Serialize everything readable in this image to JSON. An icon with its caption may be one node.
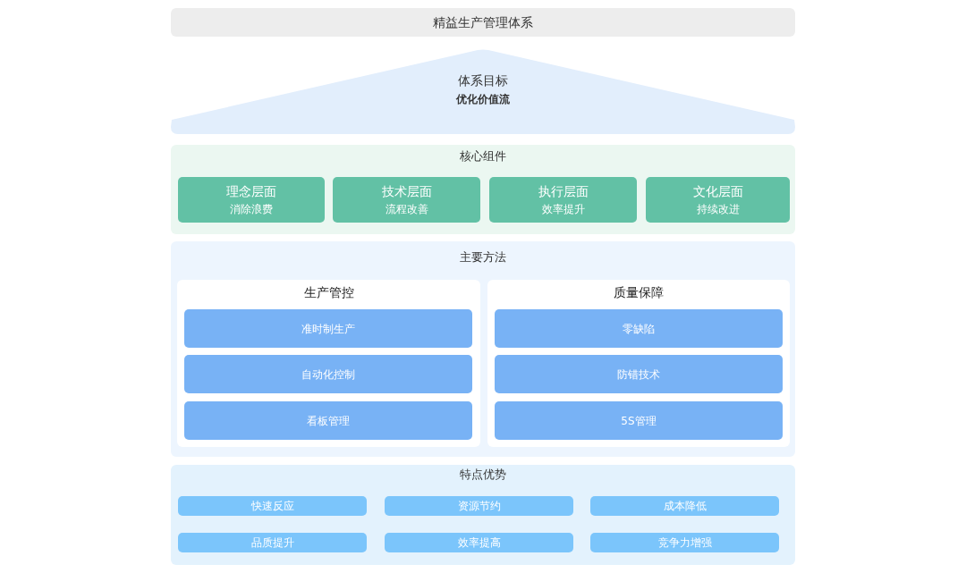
{
  "diagram": {
    "nodes": [
      {
        "text": [
          "精益生产管理体系"
        ]
      },
      {
        "text": [
          "体系目标",
          "优化价值流"
        ]
      },
      {
        "text": [
          "核心组件"
        ]
      },
      {
        "text": [
          "理念层面",
          "消除浪费"
        ],
        "in": 2
      },
      {
        "text": [
          "技术层面",
          "流程改善"
        ],
        "in": 2
      },
      {
        "text": [
          "执行层面",
          "效率提升"
        ],
        "in": 2
      },
      {
        "text": [
          "文化层面",
          "持续改进"
        ],
        "in": 2
      },
      {
        "text": [
          "主要方法"
        ]
      },
      {
        "text": [
          "生产管控"
        ],
        "in": 7
      },
      {
        "text": [
          "准时制生产"
        ],
        "in": 8
      },
      {
        "text": [
          "自动化控制"
        ],
        "in": 8
      },
      {
        "text": [
          "看板管理"
        ],
        "in": 8
      },
      {
        "text": [
          "质量保障"
        ],
        "in": 7
      },
      {
        "text": [
          "零缺陷"
        ],
        "in": 12
      },
      {
        "text": [
          "防错技术"
        ],
        "in": 12
      },
      {
        "text": [
          "5S管理"
        ],
        "in": 12
      },
      {
        "text": [
          "特点优势"
        ]
      },
      {
        "text": [
          "快速反应"
        ],
        "in": 16
      },
      {
        "text": [
          "资源节约"
        ],
        "in": 16
      },
      {
        "text": [
          "成本降低"
        ],
        "in": 16
      },
      {
        "text": [
          "品质提升"
        ],
        "in": 16
      },
      {
        "text": [
          "效率提高"
        ],
        "in": 16
      },
      {
        "text": [
          "竞争力增强"
        ],
        "in": 16
      }
    ]
  }
}
